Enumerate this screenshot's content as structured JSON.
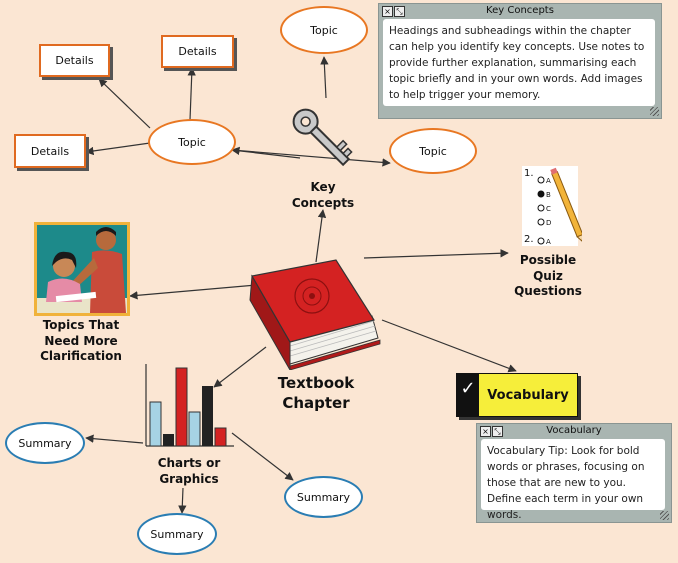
{
  "diagram": {
    "central": {
      "label": "Textbook\nChapter"
    },
    "key_concepts": {
      "label": "Key\nConcepts",
      "topics": [
        "Topic",
        "Topic",
        "Topic"
      ],
      "details": [
        "Details",
        "Details",
        "Details"
      ]
    },
    "quiz": {
      "label": "Possible\nQuiz\nQuestions",
      "items": [
        {
          "number": "1.",
          "options": [
            "A",
            "B",
            "C",
            "D"
          ]
        },
        {
          "number": "2.",
          "options": [
            "A"
          ]
        }
      ]
    },
    "clarification": {
      "label": "Topics That\nNeed More\nClarification"
    },
    "vocabulary": {
      "label": "Vocabulary",
      "check": "✓"
    },
    "charts": {
      "label": "Charts or\nGraphics",
      "summaries": [
        "Summary",
        "Summary",
        "Summary"
      ]
    }
  },
  "notes": {
    "key_concepts": {
      "title": "Key Concepts",
      "text": "Headings and subheadings within the chapter can help you identify key concepts. Use notes to provide further explanation, summarising each topic briefly and in your own words. Add images to help trigger your memory."
    },
    "vocabulary": {
      "title": "Vocabulary",
      "text": "Vocabulary Tip: Look for bold words or phrases, focusing on those that are new to you. Define each term in your own words."
    }
  },
  "colors": {
    "background": "#fbe6d3",
    "topic_border": "#e87722",
    "summary_border": "#2a7db3",
    "book_red": "#d42222",
    "vocab_yellow": "#f6ee3a"
  }
}
